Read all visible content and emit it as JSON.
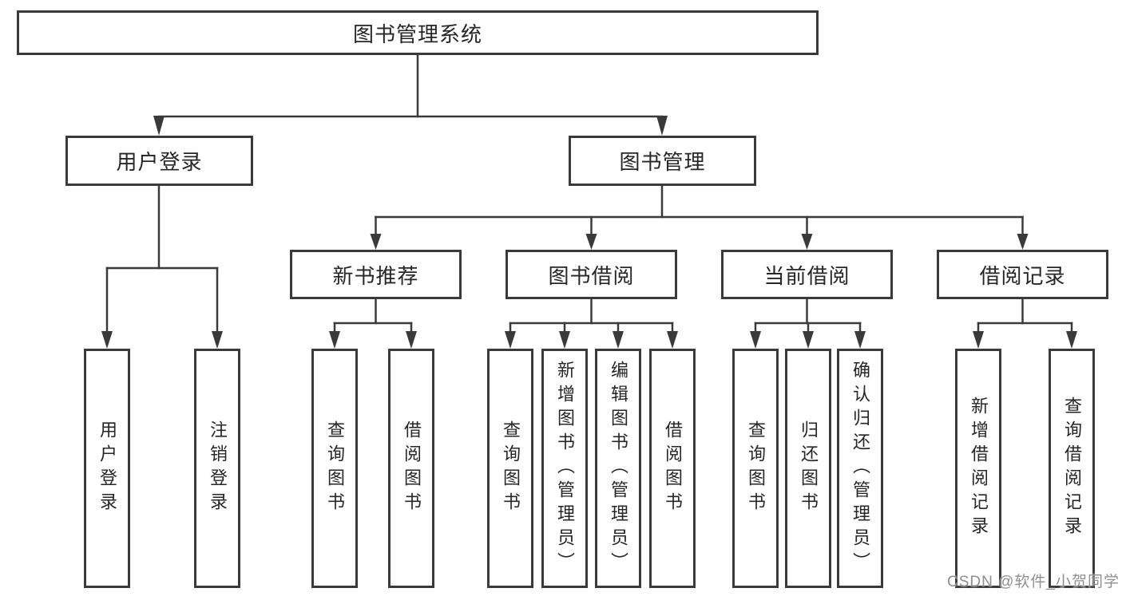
{
  "tree": {
    "root": {
      "label": "图书管理系统"
    },
    "branches": [
      {
        "label": "用户登录",
        "children": [
          {
            "label": "用户登录"
          },
          {
            "label": "注销登录"
          }
        ]
      },
      {
        "label": "图书管理",
        "children": [
          {
            "label": "新书推荐",
            "children": [
              {
                "label": "查询图书"
              },
              {
                "label": "借阅图书"
              }
            ]
          },
          {
            "label": "图书借阅",
            "children": [
              {
                "label": "查询图书"
              },
              {
                "label": "新增图书（管理员）"
              },
              {
                "label": "编辑图书（管理员）"
              },
              {
                "label": "借阅图书"
              }
            ]
          },
          {
            "label": "当前借阅",
            "children": [
              {
                "label": "查询图书"
              },
              {
                "label": "归还图书"
              },
              {
                "label": "确认归还（管理员）"
              }
            ]
          },
          {
            "label": "借阅记录",
            "children": [
              {
                "label": "新增借阅记录"
              },
              {
                "label": "查询借阅记录"
              }
            ]
          }
        ]
      }
    ]
  },
  "watermark": {
    "text": "CSDN @软件_小贺同学"
  },
  "colors": {
    "line": "#3a3a3a",
    "box_border": "#3a3a3a",
    "box_fill": "#ffffff",
    "text": "#262626",
    "watermark": "#868686"
  }
}
